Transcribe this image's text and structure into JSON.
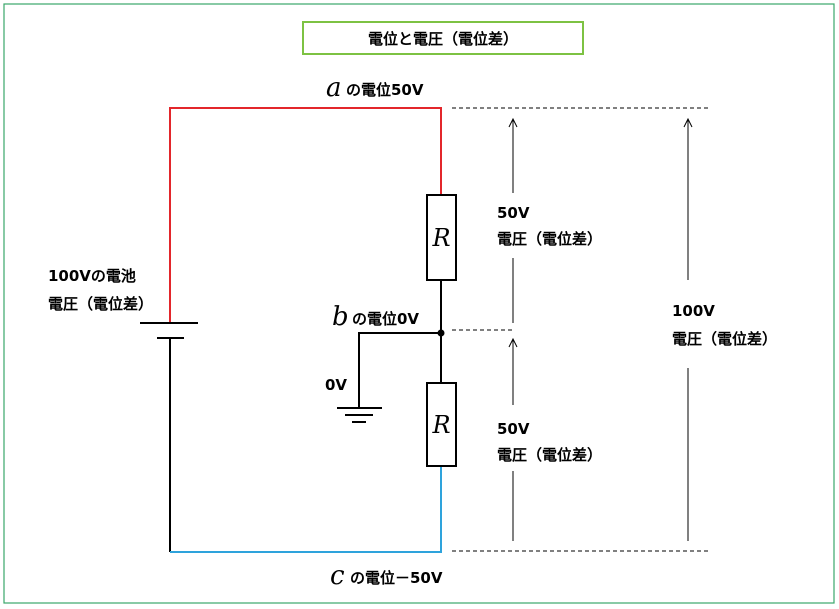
{
  "title": "電位と電圧（電位差）",
  "colors": {
    "frame": "#3aa66a",
    "title_box": "#7dc243",
    "wire_top": "#e3262b",
    "wire_bottom": "#2ea3dc",
    "wire": "#000000"
  },
  "battery": {
    "line1": "100Vの電池",
    "line2": "電圧（電位差）"
  },
  "nodes": {
    "a": {
      "letter": "a",
      "label": "の電位50V"
    },
    "b": {
      "letter": "b",
      "label": "の電位0V"
    },
    "c": {
      "letter": "c",
      "label": "の電位－50V"
    }
  },
  "ground": {
    "label": "0V"
  },
  "resistors": [
    {
      "label": "R"
    },
    {
      "label": "R"
    }
  ],
  "voltages": {
    "upper": {
      "value": "50V",
      "text": "電圧（電位差）"
    },
    "lower": {
      "value": "50V",
      "text": "電圧（電位差）"
    },
    "total": {
      "value": "100V",
      "text": "電圧（電位差）"
    }
  }
}
